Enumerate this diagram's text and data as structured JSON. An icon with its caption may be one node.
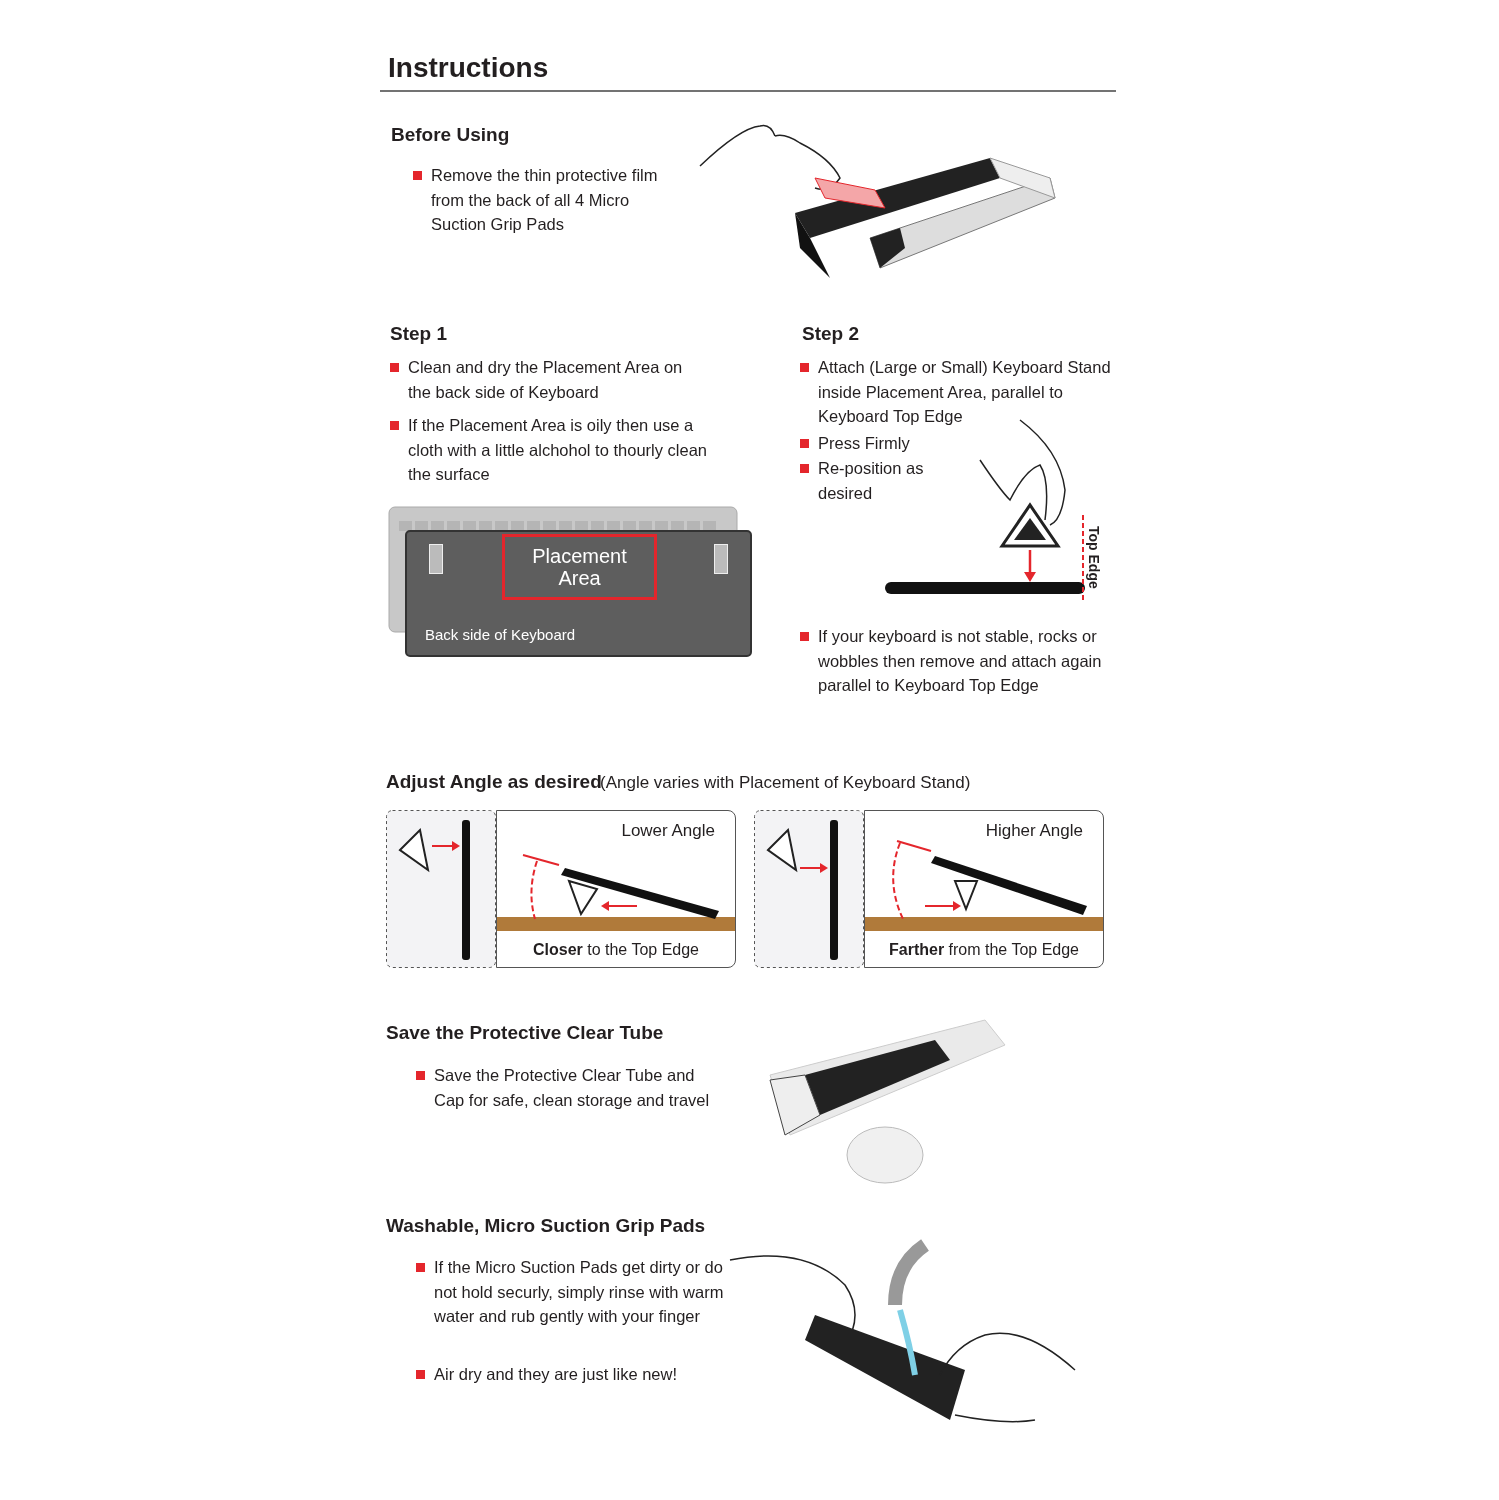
{
  "diagram": {
    "title": "Instructions",
    "nodes": [
      {
        "text": [
          "Back side of Keyboard"
        ]
      },
      {
        "text": [
          "Placement Area"
        ],
        "in": 0
      },
      {
        "text": [
          "Lower Angle",
          "**Closer** to the Top Edge"
        ]
      },
      {
        "text": [
          "Higher Angle",
          "**Farther** from the Top Edge"
        ]
      }
    ],
    "labels": [
      "Before Using",
      "Remove the thin protective film from the back of all 4 Micro Suction Grip Pads",
      "Step 1",
      "Clean and dry the Placement Area on the back side of Keyboard",
      "If the Placement Area is oily then use a cloth with a little alchohol to thourly clean the surface",
      "Step 2",
      "Attach (Large or Small) Keyboard Stand inside Placement Area, parallel to Keyboard Top Edge",
      "Press Firmly",
      "Re-position as desired",
      "Top Edge",
      "If your keyboard is not stable, rocks or wobbles then remove and attach again parallel to Keyboard Top Edge",
      "Adjust Angle as desired",
      "(Angle varies with Placement of Keyboard Stand)",
      "Save the Protective Clear Tube",
      "Save the Protective Clear Tube and Cap for safe, clean storage and travel",
      "Washable, Micro Suction Grip Pads",
      "If the Micro Suction Pads get dirty or do not hold securly, simply rinse with warm water and rub gently with your finger",
      "Air dry and they are just like new!"
    ]
  }
}
